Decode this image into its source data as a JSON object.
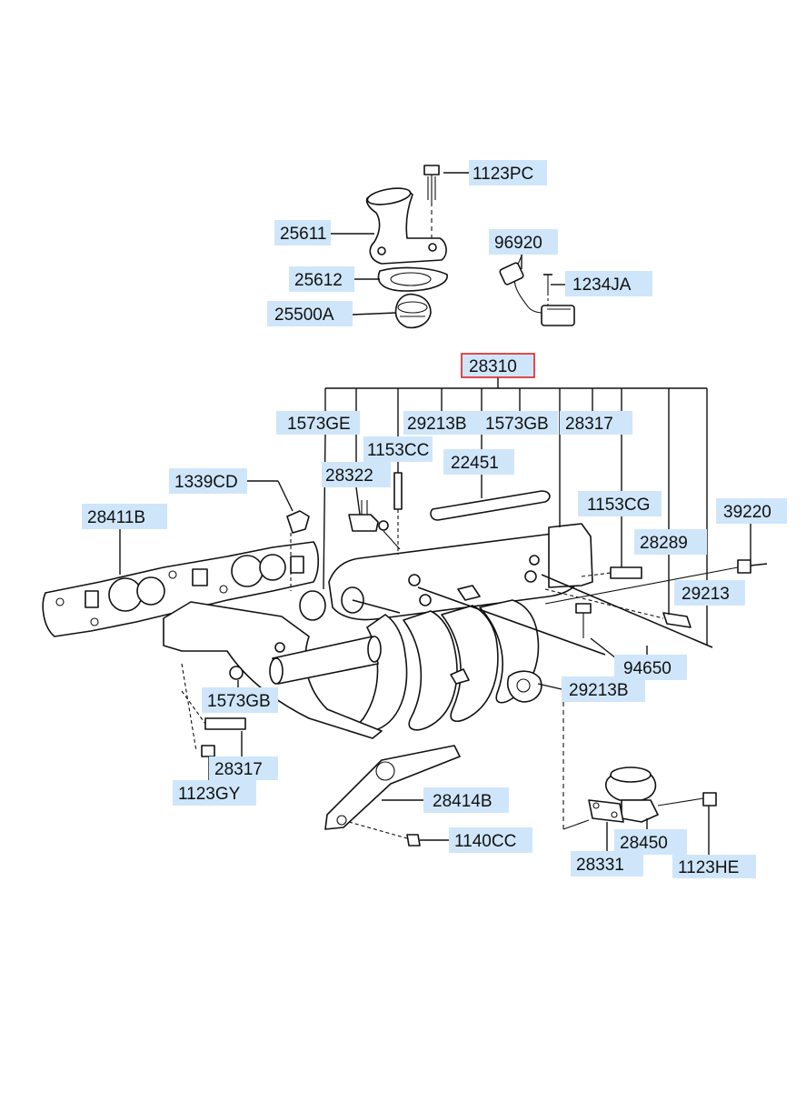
{
  "diagram": {
    "highlight_color": "#e02020",
    "label_bg_color": "#cfe6fa",
    "labels": {
      "p1123PC": "1123PC",
      "p25611": "25611",
      "p96920": "96920",
      "p25612": "25612",
      "p1234JA": "1234JA",
      "p25500A": "25500A",
      "p28310": "28310",
      "p1573GE": "1573GE",
      "p29213B_top": "29213B",
      "p1573GB_top": "1573GB",
      "p28317_top": "28317",
      "p1153CC": "1153CC",
      "p22451": "22451",
      "p28322": "28322",
      "p1339CD": "1339CD",
      "p1153CG": "1153CG",
      "p39220": "39220",
      "p28411B": "28411B",
      "p28289": "28289",
      "p29213": "29213",
      "p94650": "94650",
      "p29213B_bot": "29213B",
      "p1573GB_bot": "1573GB",
      "p28317_bot": "28317",
      "p1123GY": "1123GY",
      "p28414B": "28414B",
      "p1140CC": "1140CC",
      "p28450": "28450",
      "p28331": "28331",
      "p1123HE": "1123HE"
    }
  }
}
